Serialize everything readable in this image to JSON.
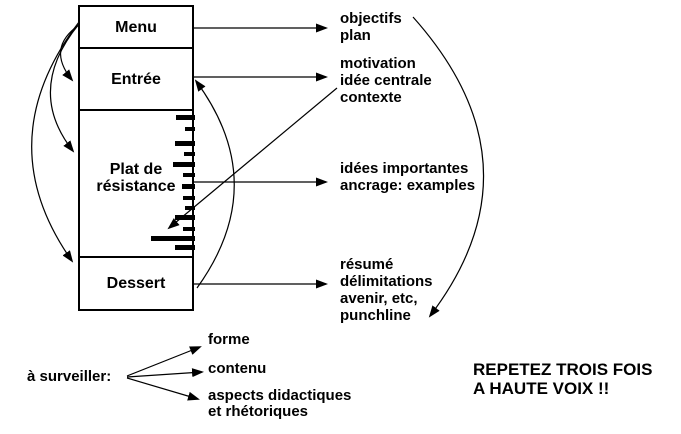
{
  "courses": [
    {
      "label": "Menu",
      "annotation": "objectifs\nplan"
    },
    {
      "label": "Entrée",
      "annotation": "motivation\nidée centrale\ncontexte"
    },
    {
      "label": "Plat de\nrésistance",
      "annotation": "idées importantes\nancrage: examples"
    },
    {
      "label": "Dessert",
      "annotation": "résumé\ndélimitations\navenir, etc,\npunchline"
    }
  ],
  "watch": {
    "label": "à surveiller:",
    "items": [
      {
        "label": "forme"
      },
      {
        "label": "contenu"
      },
      {
        "label": "aspects didactiques\net rhétoriques"
      }
    ]
  },
  "reminder": "REPETEZ TROIS FOIS\nA HAUTE VOIX !!",
  "doodle_bars": [
    [
      115,
      19,
      5
    ],
    [
      127,
      10,
      4
    ],
    [
      141,
      20,
      5
    ],
    [
      152,
      11,
      4
    ],
    [
      162,
      22,
      5
    ],
    [
      173,
      12,
      4
    ],
    [
      184,
      13,
      5
    ],
    [
      196,
      12,
      4
    ],
    [
      206,
      10,
      4
    ],
    [
      215,
      20,
      5
    ],
    [
      227,
      12,
      4
    ],
    [
      236,
      44,
      5
    ],
    [
      245,
      20,
      5
    ]
  ],
  "colors": {
    "ink": "#000000",
    "paper": "#ffffff"
  }
}
